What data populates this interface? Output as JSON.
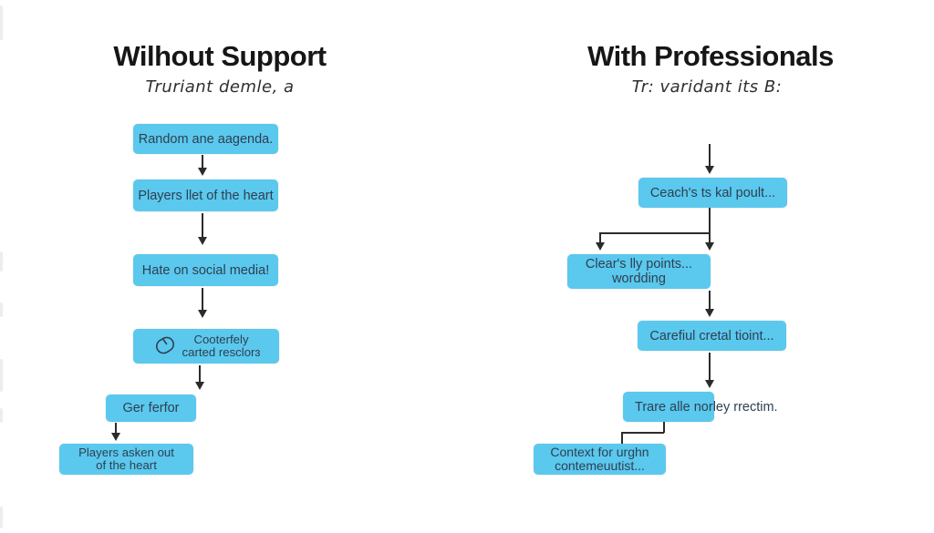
{
  "left_column": {
    "title": "Wilhout Support",
    "subtitle": "Truriant demle, a",
    "nodes": [
      {
        "line1": "Random ane aagenda."
      },
      {
        "line1": "Players llet of the heart"
      },
      {
        "line1": "Hate on social media!"
      },
      {
        "line1": "Cooterfely",
        "line2": "carted resclorɜ"
      },
      {
        "line1": "Ger ferfor"
      },
      {
        "line1": "Players asken out",
        "line2": "of the heart"
      }
    ]
  },
  "right_column": {
    "title": "With Professionals",
    "subtitle": "Tr: varidant its B:",
    "nodes": [
      {
        "line1": "Ceach's ts kal poult..."
      },
      {
        "line1": "Clear's lly points...",
        "line2": "wordding"
      },
      {
        "line1": "Carefiul cretal tioint..."
      },
      {
        "line1": "Trare alle norley rrectim."
      },
      {
        "line1": "Context for urghn",
        "line2": "contemeuutist..."
      }
    ]
  },
  "icons": {
    "crossed_oval": "crossed-oval-doodle-icon"
  },
  "colors": {
    "node_fill": "#5bc8ee",
    "node_text": "#2e4050",
    "connector": "#2b2b2b",
    "title_text": "#161616"
  }
}
